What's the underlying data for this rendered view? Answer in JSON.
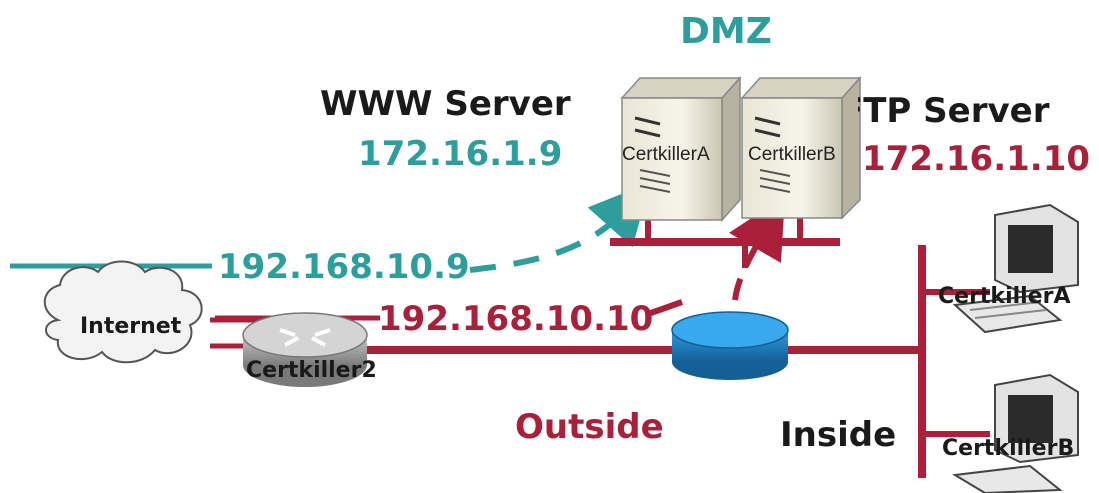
{
  "diagram": {
    "zone_label": "DMZ",
    "www_server": {
      "title": "WWW Server",
      "ip": "172.16.1.9",
      "host": "CertkillerA"
    },
    "ftp_server": {
      "title": "FTP Server",
      "ip": "172.16.1.10",
      "host": "CertkillerB"
    },
    "internet_label": "Internet",
    "router_label": "Certkiller2",
    "public_ip_www": "192.168.10.9",
    "public_ip_ftp": "192.168.10.10",
    "outside_label": "Outside",
    "inside_label": "Inside",
    "inside_hosts": [
      "CertkillerA",
      "CertkillerB"
    ]
  },
  "colors": {
    "teal": "#2e9e9c",
    "red": "#a8203a",
    "firewall_blue": "#1f86c8",
    "router_gray": "#9a9a9a"
  }
}
